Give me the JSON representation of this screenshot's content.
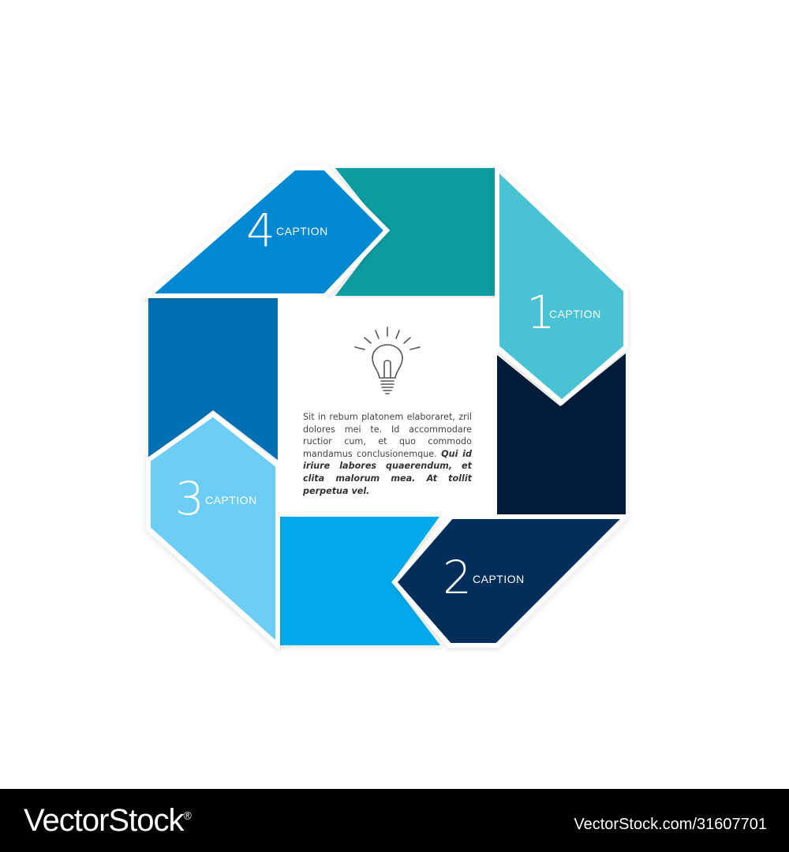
{
  "diagram": {
    "steps": [
      {
        "number": "1",
        "caption": "CAPTION",
        "color": "#48C2D3"
      },
      {
        "number": "2",
        "caption": "CAPTION",
        "color": "#002E5A"
      },
      {
        "number": "3",
        "caption": "CAPTION",
        "color": "#6DCDF4"
      },
      {
        "number": "4",
        "caption": "CAPTION",
        "color": "#0689D2"
      }
    ],
    "connector_colors": {
      "top": "#0A9CA0",
      "right": "#061D37",
      "bottom": "#00AAEC",
      "left": "#0470B4"
    },
    "center": {
      "icon": "lightbulb-icon",
      "text_plain": "Sit in rebum platonem elaboraret, zril dolores mei te. Id accommodare ructior cum, et quo commodo mandamus conclusionemque.",
      "text_emphasis": "Qui id iriure labores quaerendum, et clita malorum mea. At tollit perpetua vel."
    }
  },
  "footer": {
    "brand": "VectorStock",
    "registered_mark": "®",
    "image_id": "VectorStock.com/31607701"
  }
}
